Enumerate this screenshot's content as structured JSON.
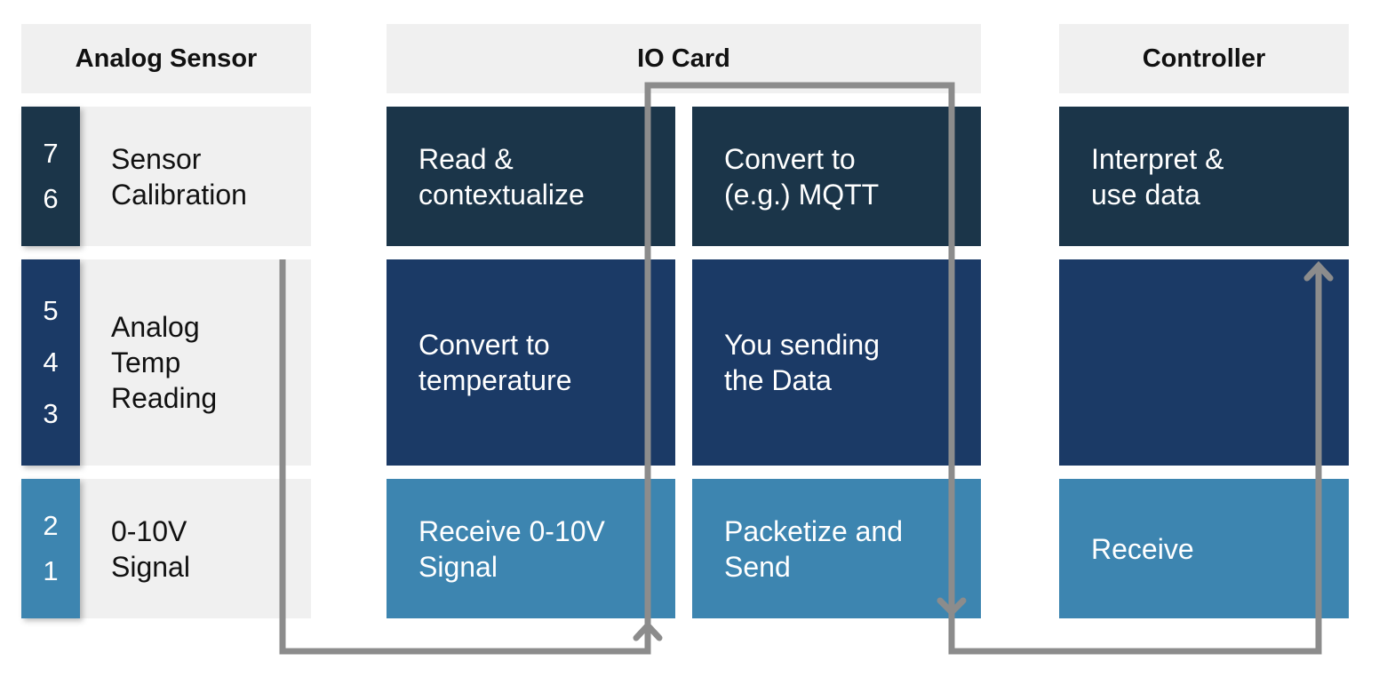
{
  "headers": {
    "analog_sensor": "Analog Sensor",
    "io_card": "IO Card",
    "controller": "Controller"
  },
  "layers": {
    "top": [
      "7",
      "6"
    ],
    "middle": [
      "5",
      "4",
      "3"
    ],
    "bottom": [
      "2",
      "1"
    ]
  },
  "sensor": {
    "calibration": "Sensor\nCalibration",
    "reading": "Analog\nTemp\nReading",
    "signal": "0-10V\nSignal"
  },
  "io_card": {
    "read": "Read &\ncontextualize",
    "convert_mqtt": "Convert to\n(e.g.) MQTT",
    "convert_temp": "Convert to\ntemperature",
    "sending": "You sending\nthe Data",
    "receive_signal": "Receive 0-10V\nSignal",
    "packetize": "Packetize and\nSend"
  },
  "controller": {
    "interpret": "Interpret &\nuse data",
    "middle": "",
    "receive": "Receive"
  },
  "colors": {
    "dark": "#1b3549",
    "mid": "#1b3a66",
    "light": "#3d85b0",
    "panel": "#f0f0f0",
    "arrow": "#8c8c8c"
  }
}
